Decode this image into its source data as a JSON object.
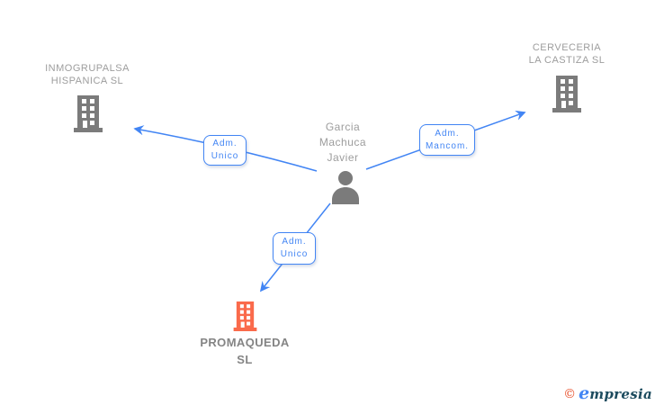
{
  "nodes": {
    "company_top_left": {
      "line1": "INMOGRUPALSA",
      "line2": "HISPANICA SL"
    },
    "company_top_right": {
      "line1": "CERVECERIA",
      "line2": "LA CASTIZA SL"
    },
    "person": {
      "line1": "Garcia",
      "line2": "Machuca",
      "line3": "Javier"
    },
    "company_bottom": {
      "line1": "PROMAQUEDA",
      "line2": "SL"
    }
  },
  "edge_labels": {
    "to_top_left": {
      "line1": "Adm.",
      "line2": "Unico"
    },
    "to_top_right": {
      "line1": "Adm.",
      "line2": "Mancom."
    },
    "to_bottom": {
      "line1": "Adm.",
      "line2": "Unico"
    }
  },
  "footer": {
    "copyright_symbol": "©",
    "brand_initial": "e",
    "brand_rest": "mpresia"
  },
  "colors": {
    "edge_blue": "#4285F4",
    "icon_gray": "#7B7B7B",
    "name_text_gray": "#9D9D9D",
    "highlight_orange": "#FA6A4B",
    "copyright_orange": "#E8502B",
    "brand_teal": "#1C4B5E"
  }
}
